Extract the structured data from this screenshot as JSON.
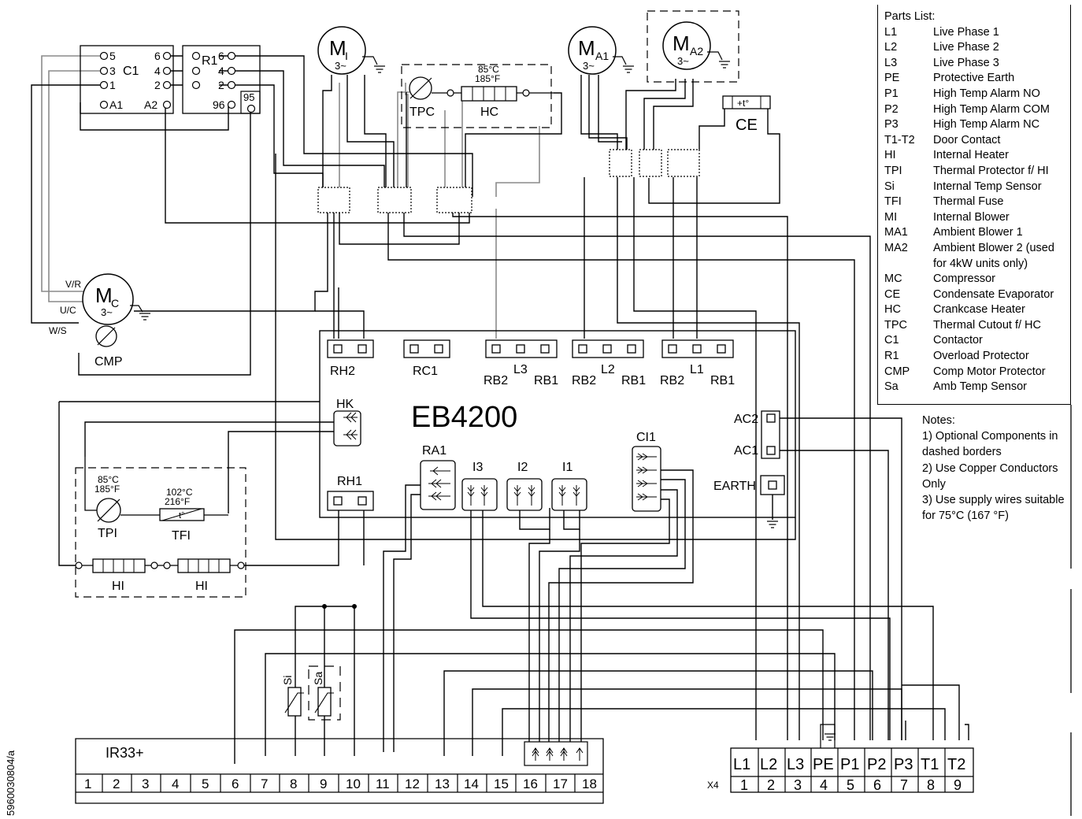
{
  "board_label": "EB4200",
  "doc_id": "5960030804/a",
  "motors": [
    {
      "id": "mi",
      "main": "M",
      "sub": "I",
      "phase": "3~"
    },
    {
      "id": "ma1",
      "main": "M",
      "sub": "A1",
      "phase": "3~"
    },
    {
      "id": "ma2",
      "main": "M",
      "sub": "A2",
      "phase": "3~"
    },
    {
      "id": "mc",
      "main": "M",
      "sub": "C",
      "phase": "3~"
    }
  ],
  "contactor": {
    "name": "C1",
    "terminals": [
      "5",
      "3",
      "1",
      "A1",
      "6",
      "4",
      "2",
      "A2"
    ]
  },
  "overload": {
    "name": "R1",
    "terminals": [
      "6",
      "4",
      "2",
      "96",
      "95"
    ]
  },
  "compressor_leads": [
    "V/R",
    "U/C",
    "W/S"
  ],
  "component_labels": {
    "cmp": "CMP",
    "tpc": "TPC",
    "hc": "HC",
    "ce": "CE",
    "ce_symbol": "+t°",
    "hc_temp_c": "85°C",
    "hc_temp_f": "185°F",
    "tpi": "TPI",
    "tfi": "TFI",
    "tpi_temp_c": "85°C",
    "tpi_temp_f": "185°F",
    "tfi_temp_c": "102°C",
    "tfi_temp_f": "216°F",
    "tfi_symbol": "t°",
    "hi_left": "HI",
    "hi_right": "HI",
    "si": "Si",
    "sa": "Sa"
  },
  "board_connectors": {
    "rh2": "RH2",
    "rc1": "RC1",
    "rh1": "RH1",
    "hk": "HK",
    "ra1": "RA1",
    "i3": "I3",
    "i2": "I2",
    "i1": "I1",
    "ci1": "CI1",
    "ac2": "AC2",
    "ac1": "AC1",
    "earth": "EARTH",
    "l3": "L3",
    "l2": "L2",
    "l1": "L1",
    "rb2": "RB2",
    "rb1": "RB1"
  },
  "ir33": {
    "name": "IR33+",
    "terminals": [
      "1",
      "2",
      "3",
      "4",
      "5",
      "6",
      "7",
      "8",
      "9",
      "10",
      "11",
      "12",
      "13",
      "14",
      "15",
      "16",
      "17",
      "18"
    ]
  },
  "x4": {
    "name": "X4",
    "labels": [
      "L1",
      "L2",
      "L3",
      "PE",
      "P1",
      "P2",
      "P3",
      "T1",
      "T2"
    ],
    "numbers": [
      "1",
      "2",
      "3",
      "4",
      "5",
      "6",
      "7",
      "8",
      "9"
    ]
  },
  "parts_list": {
    "title": "Parts List:",
    "items": [
      {
        "code": "L1",
        "desc": "Live Phase 1"
      },
      {
        "code": "L2",
        "desc": "Live Phase 2"
      },
      {
        "code": "L3",
        "desc": "Live Phase 3"
      },
      {
        "code": "PE",
        "desc": "Protective Earth"
      },
      {
        "code": "P1",
        "desc": "High Temp Alarm NO"
      },
      {
        "code": "P2",
        "desc": "High Temp Alarm COM"
      },
      {
        "code": "P3",
        "desc": "High Temp Alarm NC"
      },
      {
        "code": "T1-T2",
        "desc": "Door Contact"
      },
      {
        "code": "HI",
        "desc": "Internal Heater"
      },
      {
        "code": "TPI",
        "desc": "Thermal Protector f/ HI"
      },
      {
        "code": "Si",
        "desc": "Internal Temp Sensor"
      },
      {
        "code": "TFI",
        "desc": "Thermal Fuse"
      },
      {
        "code": "MI",
        "desc": "Internal Blower"
      },
      {
        "code": "MA1",
        "desc": "Ambient Blower 1"
      },
      {
        "code": "MA2",
        "desc": "Ambient Blower 2 (used for 4kW units only)"
      },
      {
        "code": "MC",
        "desc": "Compressor"
      },
      {
        "code": "CE",
        "desc": "Condensate Evaporator"
      },
      {
        "code": "HC",
        "desc": "Crankcase Heater"
      },
      {
        "code": "TPC",
        "desc": "Thermal Cutout f/ HC"
      },
      {
        "code": "C1",
        "desc": "Contactor"
      },
      {
        "code": "R1",
        "desc": "Overload Protector"
      },
      {
        "code": "CMP",
        "desc": "Comp Motor Protector"
      },
      {
        "code": "Sa",
        "desc": "Amb Temp Sensor"
      }
    ]
  },
  "notes": {
    "title": "Notes:",
    "lines": [
      "1) Optional Components in dashed borders",
      "2) Use Copper Conductors Only",
      "3) Use supply wires suitable for 75°C (167 °F)"
    ]
  }
}
